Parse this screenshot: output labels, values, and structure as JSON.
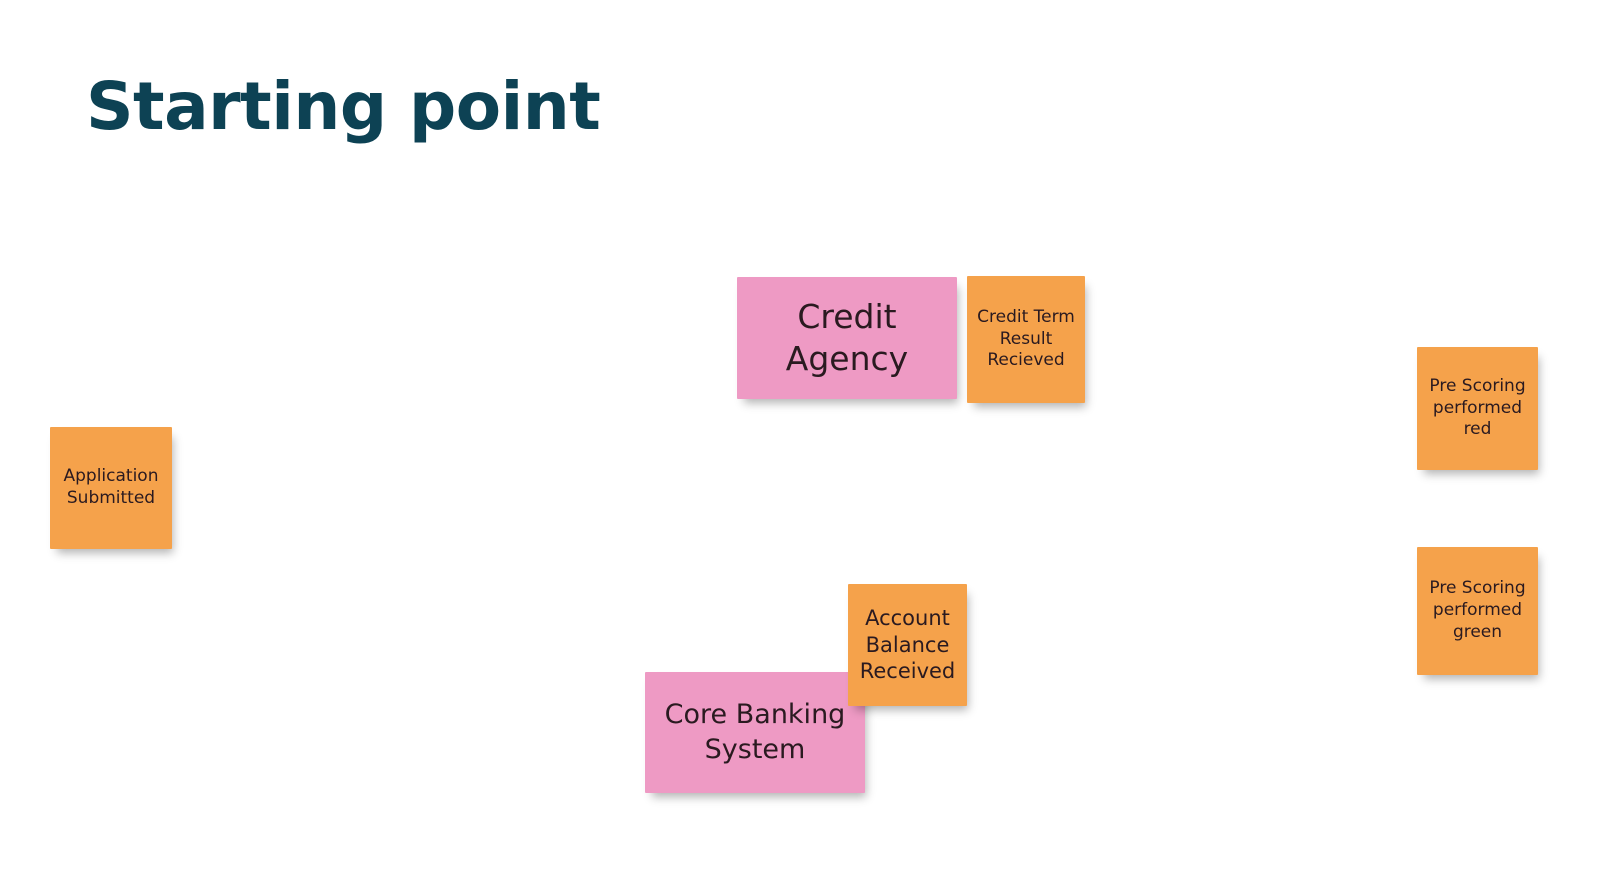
{
  "slide": {
    "title": "Starting point",
    "background_color": "#ffffff",
    "title_color": "#0d4254"
  },
  "palette": {
    "orange": "#f5a24b",
    "pink": "#ee9ac4",
    "note_text": "#2a1a20",
    "title_teal": "#0d4254"
  },
  "notes": {
    "application_submitted": {
      "text": "Application\nSubmitted",
      "color": "orange"
    },
    "credit_agency": {
      "text": "Credit\nAgency",
      "color": "pink"
    },
    "credit_term_result_recieved": {
      "text": "Credit Term\nResult\nRecieved",
      "color": "orange"
    },
    "pre_scoring_performed_red": {
      "text": "Pre Scoring\nperformed\nred",
      "color": "orange"
    },
    "pre_scoring_performed_green": {
      "text": "Pre Scoring\nperformed\ngreen",
      "color": "orange"
    },
    "core_banking_system": {
      "text": "Core Banking\nSystem",
      "color": "pink"
    },
    "account_balance_received": {
      "text": "Account\nBalance\nReceived",
      "color": "orange"
    }
  }
}
